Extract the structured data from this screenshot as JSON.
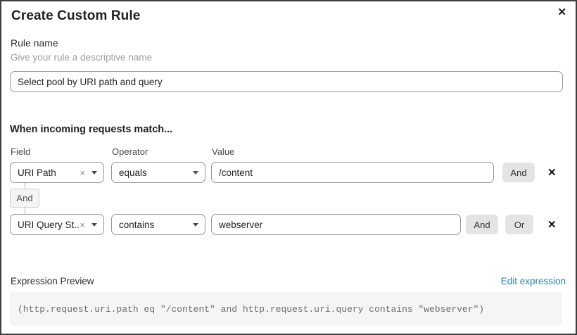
{
  "dialog": {
    "title": "Create Custom Rule",
    "close_glyph": "✕"
  },
  "rule_name": {
    "label": "Rule name",
    "hint": "Give your rule a descriptive name",
    "value": "Select pool by URI path and query"
  },
  "matcher": {
    "heading": "When incoming requests match...",
    "columns": {
      "field": "Field",
      "operator": "Operator",
      "value": "Value"
    },
    "rows": [
      {
        "field": "URI Path",
        "operator": "equals",
        "value": "/content",
        "buttons": {
          "and": "And"
        },
        "clear_glyph": "×",
        "delete_glyph": "✕"
      },
      {
        "field": "URI Query St...",
        "operator": "contains",
        "value": "webserver",
        "buttons": {
          "and": "And",
          "or": "Or"
        },
        "clear_glyph": "×",
        "delete_glyph": "✕"
      }
    ],
    "connector_label": "And"
  },
  "expression": {
    "label": "Expression Preview",
    "edit_link": "Edit expression",
    "code": "(http.request.uri.path eq \"/content\" and http.request.uri.query contains \"webserver\")"
  },
  "colors": {
    "link_blue": "#2d7eb2",
    "logic_button_bg": "#e4e4e4",
    "chip_bg": "#f4f4f4",
    "code_bg": "#f5f5f5",
    "input_border": "#989898"
  }
}
